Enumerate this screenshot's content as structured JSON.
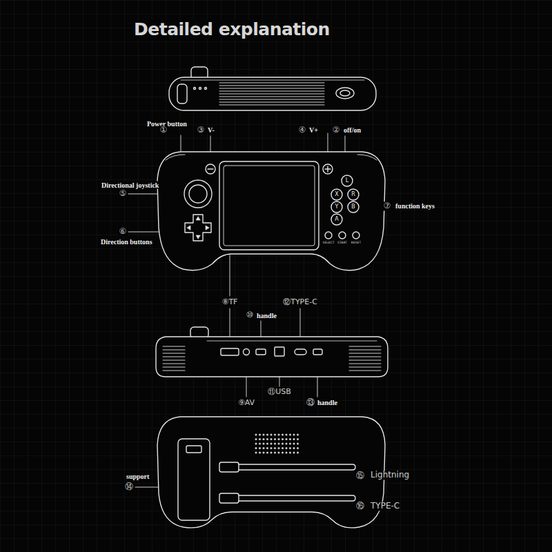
{
  "diagram": {
    "title": "Detailed explanation",
    "labels": [
      "Power button",
      "①",
      "③",
      "V-",
      "④",
      "V+",
      "②",
      "off/on",
      "Directional joystick",
      "⑤",
      "L",
      "X",
      "R",
      "Y",
      "B",
      "⑦",
      "function keys",
      "A",
      "⑥",
      "Direction buttons",
      "SELECT",
      "START",
      "RESET",
      "⑧TF",
      "⑫TYPE-C",
      "⑩",
      "handle",
      "⑪USB",
      "⑨AV",
      "⑬",
      "handle",
      "support",
      "⑮",
      "Lightning",
      "⑭",
      "⑯",
      "TYPE-C"
    ]
  }
}
